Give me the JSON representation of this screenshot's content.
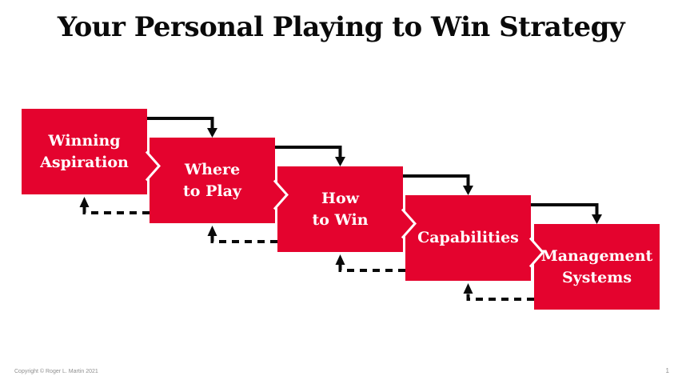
{
  "slide": {
    "title": "Your Personal Playing to Win Strategy",
    "footer": {
      "copyright": "Copyright © Roger L. Martin 2021",
      "page_number": "1"
    }
  },
  "colors": {
    "box_red": "#E4032E",
    "arrow_black": "#0A0A0A",
    "label_white": "#FFFFFF",
    "footer_gray": "#8F8F8F",
    "title_black": "#0A0A0A"
  },
  "diagram": {
    "type": "strategy-cascade-flowchart",
    "boxes": [
      {
        "id": "winning-aspiration",
        "label": "Winning\nAspiration"
      },
      {
        "id": "where-to-play",
        "label": "Where\nto Play"
      },
      {
        "id": "how-to-win",
        "label": "How\nto Win"
      },
      {
        "id": "capabilities",
        "label": "Capabilities"
      },
      {
        "id": "management-systems",
        "label": "Management\nSystems"
      }
    ],
    "forward_links": [
      {
        "from": "winning-aspiration",
        "to": "where-to-play",
        "style": "solid"
      },
      {
        "from": "where-to-play",
        "to": "how-to-win",
        "style": "solid"
      },
      {
        "from": "how-to-win",
        "to": "capabilities",
        "style": "solid"
      },
      {
        "from": "capabilities",
        "to": "management-systems",
        "style": "solid"
      }
    ],
    "feedback_links": [
      {
        "from": "where-to-play",
        "to": "winning-aspiration",
        "style": "dashed"
      },
      {
        "from": "how-to-win",
        "to": "where-to-play",
        "style": "dashed"
      },
      {
        "from": "capabilities",
        "to": "how-to-win",
        "style": "dashed"
      },
      {
        "from": "management-systems",
        "to": "capabilities",
        "style": "dashed"
      }
    ]
  }
}
